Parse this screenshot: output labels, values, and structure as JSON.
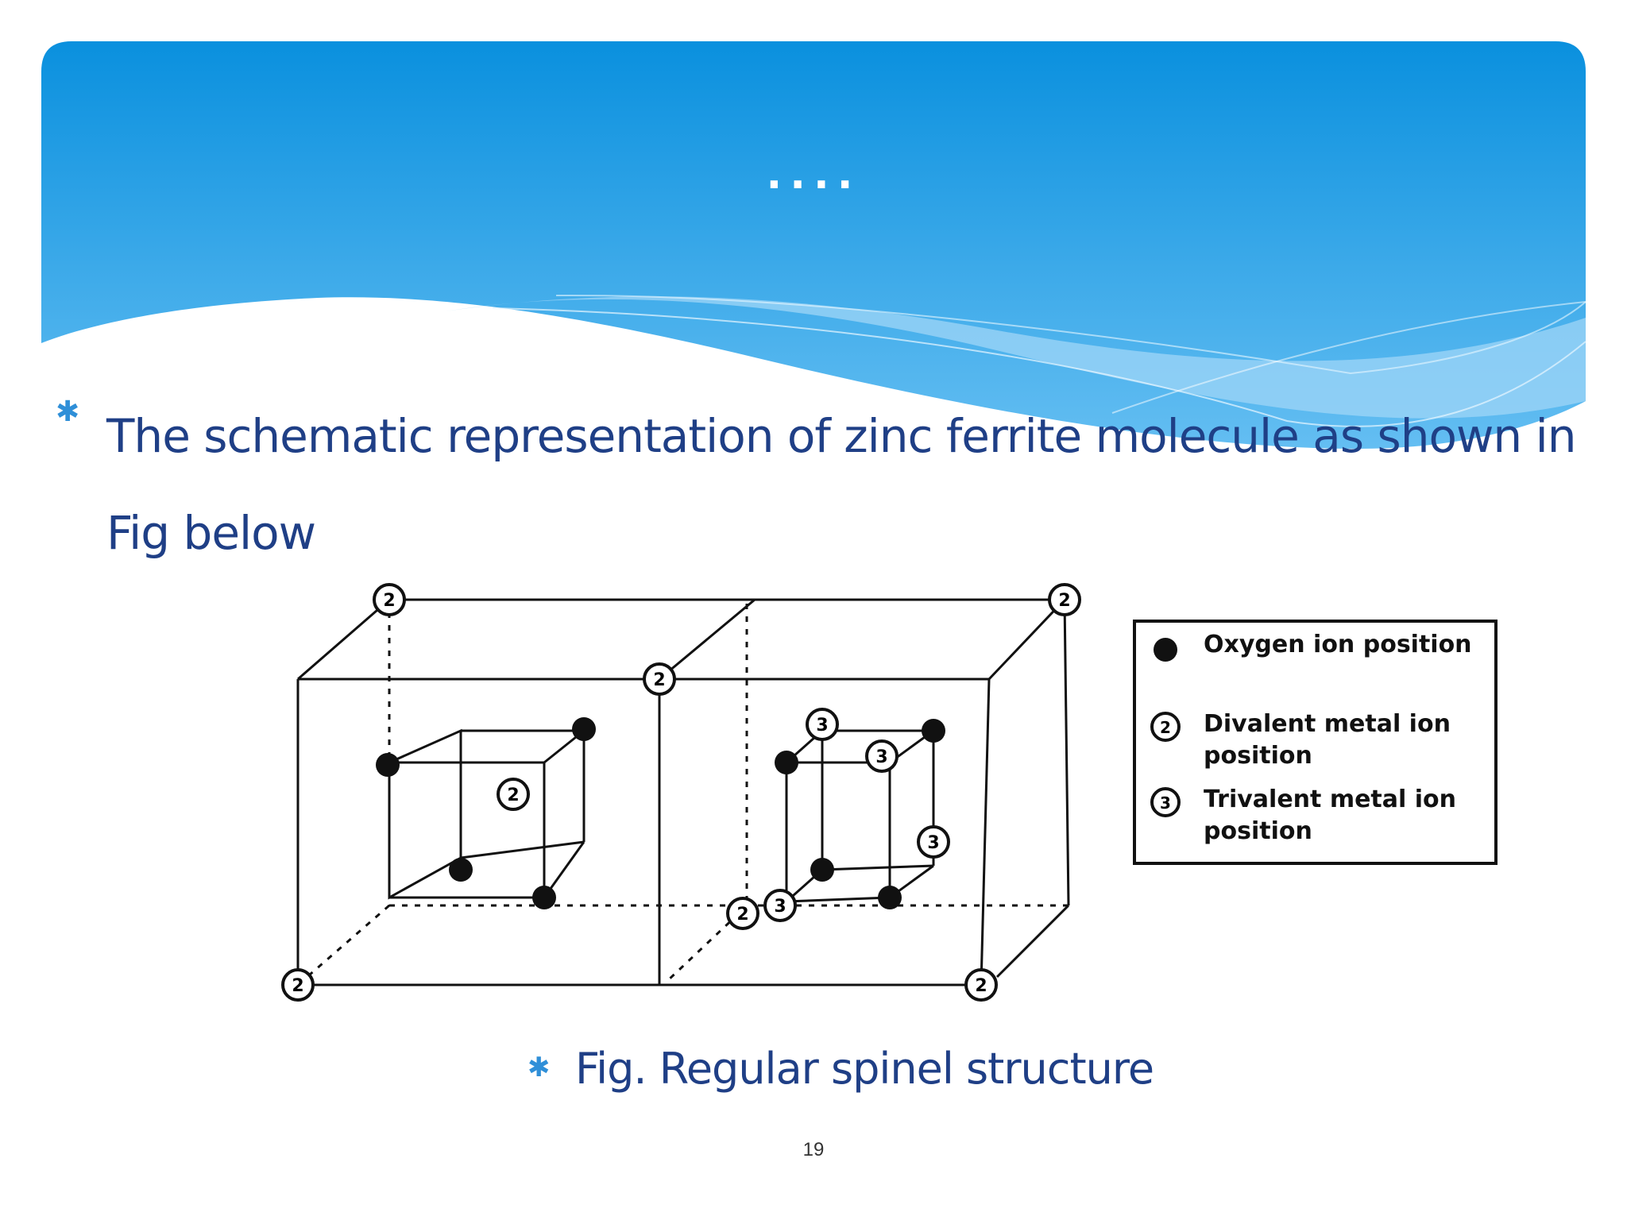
{
  "slide": {
    "title": "....",
    "bullet": "The schematic representation of zinc ferrite  molecule as shown in Fig below",
    "figure": {
      "node_labels": {
        "divalent": "2",
        "trivalent": "3"
      },
      "legend": {
        "oxygen": "Oxygen ion position",
        "divalent": "Divalent metal ion position",
        "trivalent": "Trivalent metal ion position"
      }
    },
    "caption": "Fig. Regular spinel structure",
    "page_number": "19"
  },
  "colors": {
    "header_top": "#0a90de",
    "header_bottom": "#64bef2",
    "text_primary": "#1f3f86",
    "bullet_accent": "#2f8fd8"
  },
  "icons": {
    "bullet": "asterisk-bullet-icon"
  }
}
